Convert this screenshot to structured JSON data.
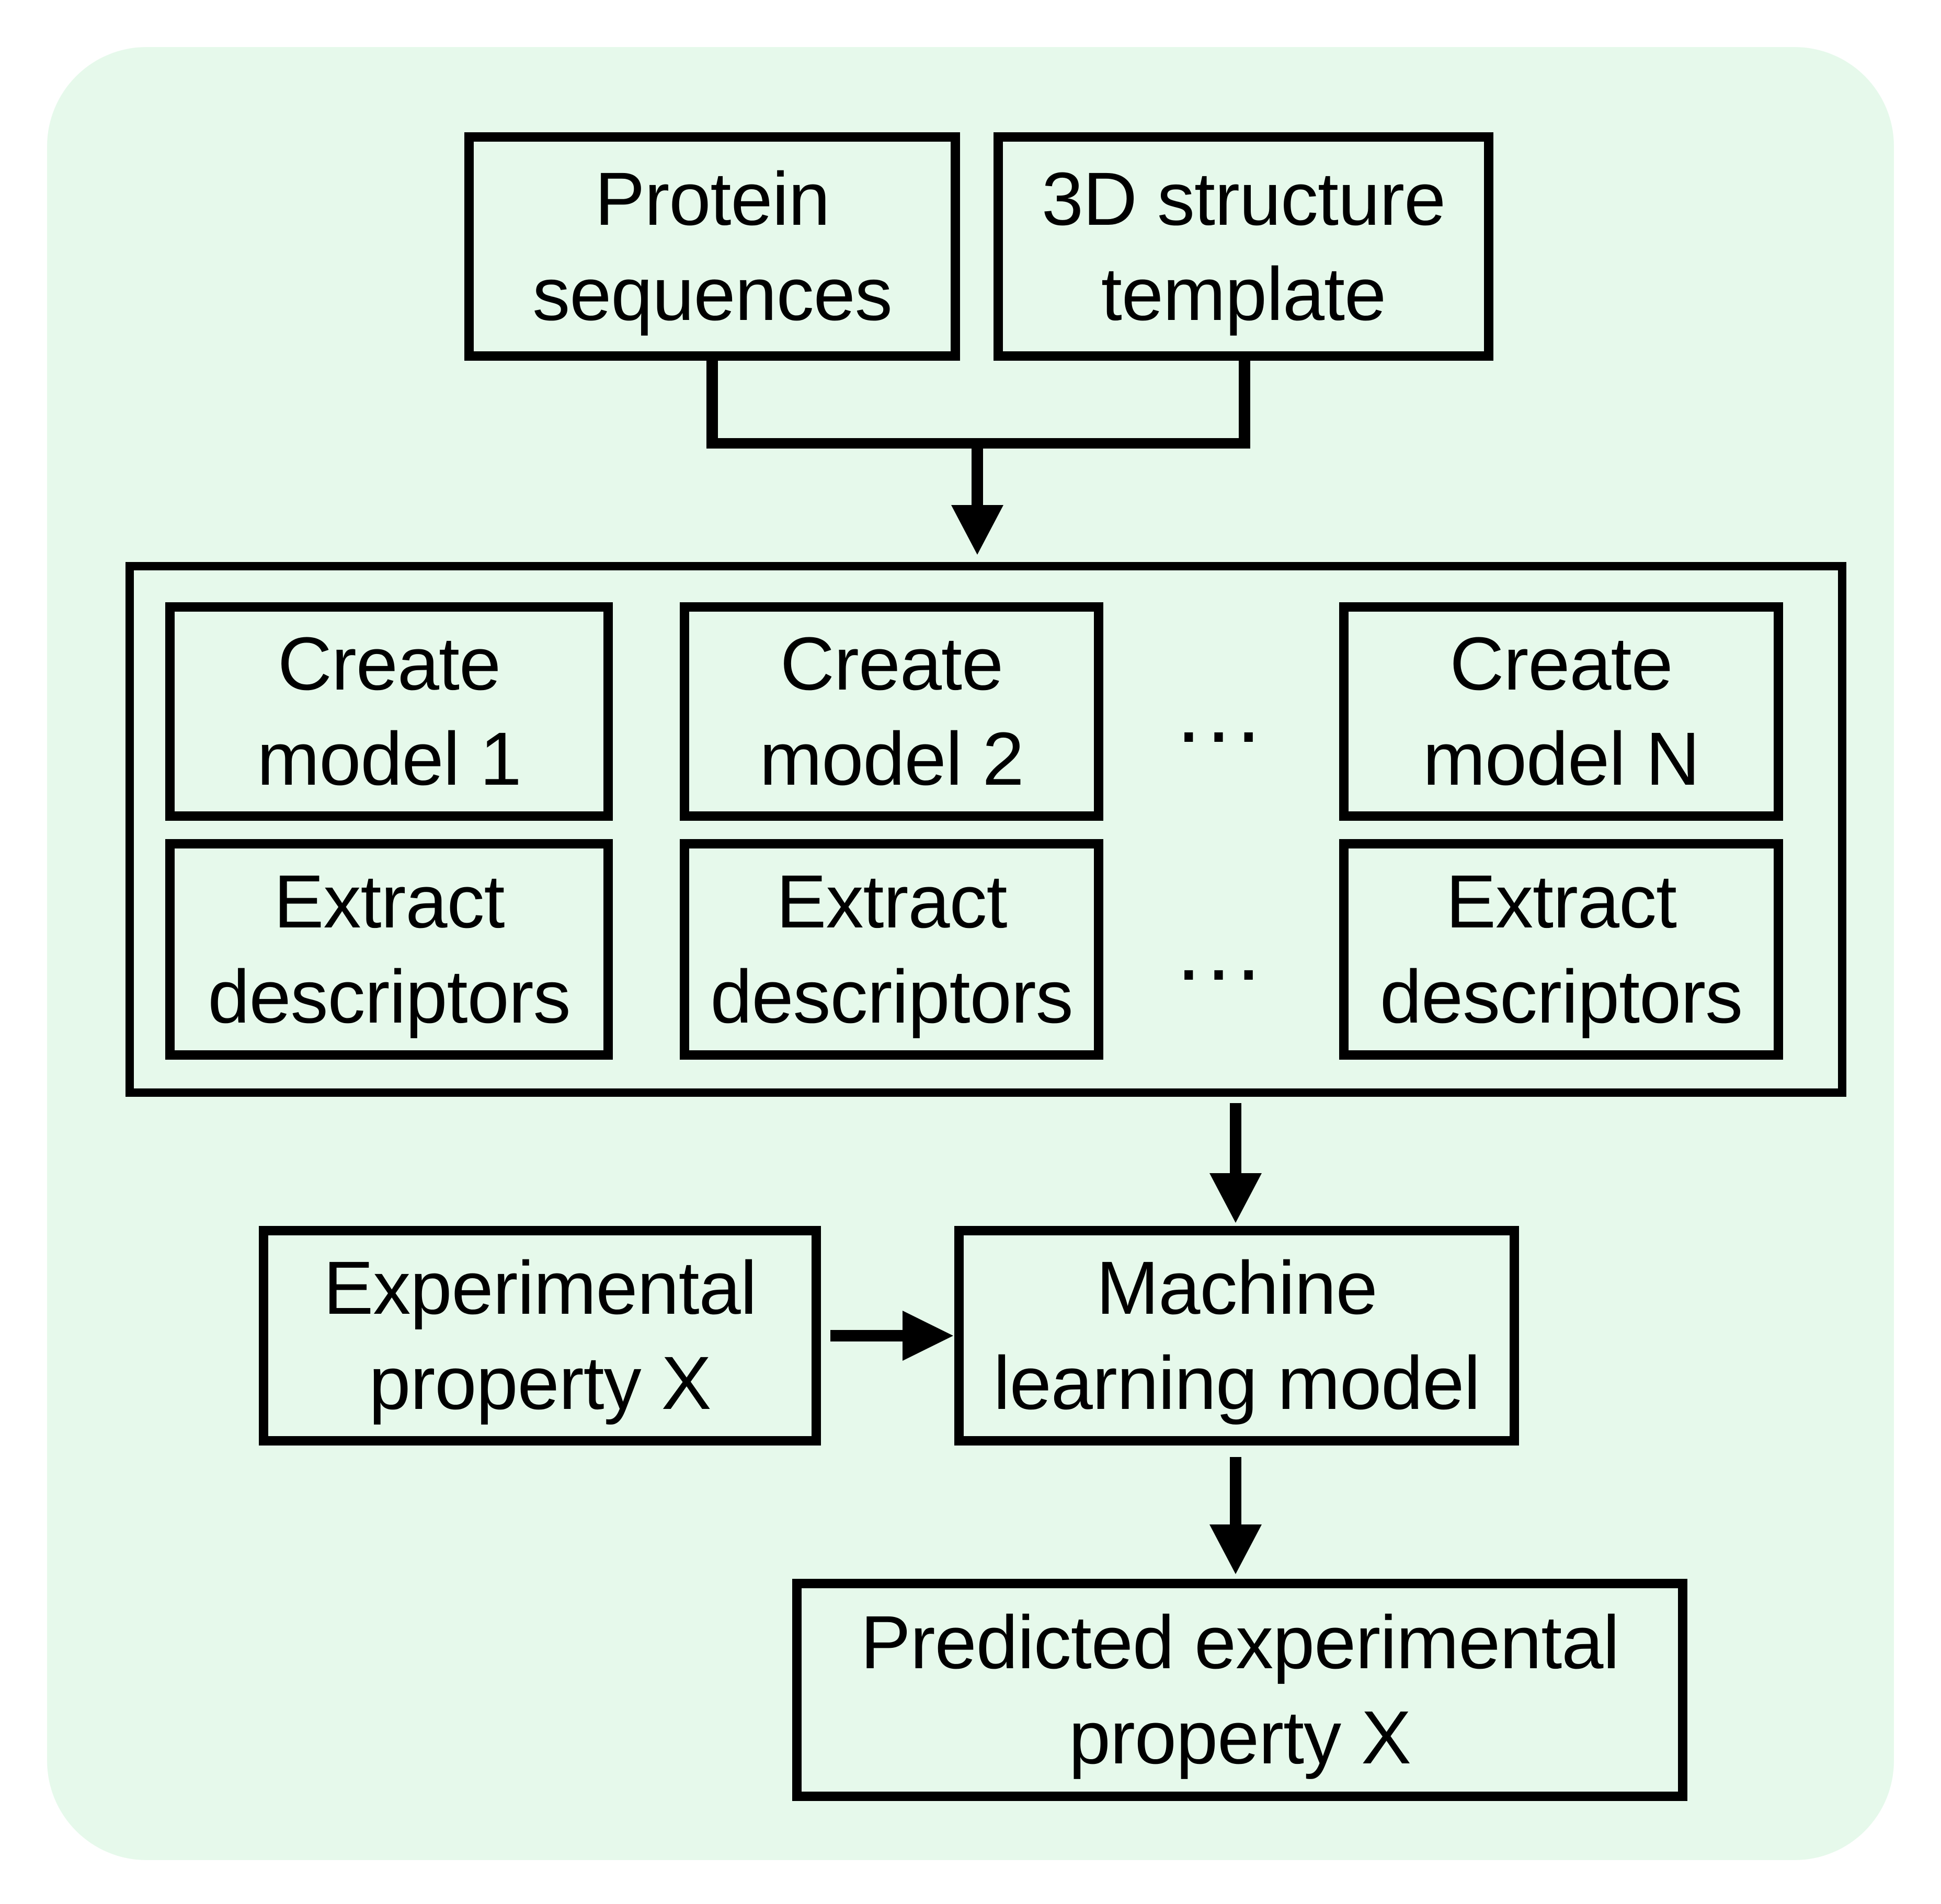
{
  "diagram": {
    "background_color": "#ffffff",
    "panel_color": "#e6f9eb",
    "line_color": "#000000",
    "nodes": {
      "protein_sequences": "Protein\nsequences",
      "structure_template": "3D structure\ntemplate",
      "create_model_1": "Create\nmodel 1",
      "create_model_2": "Create\nmodel 2",
      "create_model_n": "Create\nmodel N",
      "extract_descriptors_1": "Extract\ndescriptors",
      "extract_descriptors_2": "Extract\ndescriptors",
      "extract_descriptors_n": "Extract\ndescriptors",
      "ellipsis_top": "...",
      "ellipsis_bottom": "...",
      "experimental_property": "Experimental\nproperty X",
      "machine_learning_model": "Machine\nlearning model",
      "predicted_property": "Predicted experimental\nproperty X"
    }
  }
}
